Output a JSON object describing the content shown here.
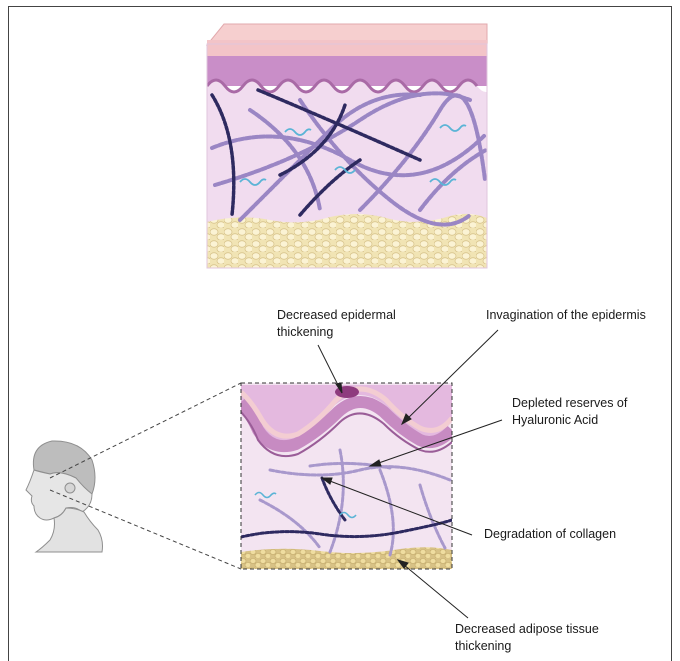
{
  "labels": {
    "decreased_epidermal": "Decreased epidermal\nthickening",
    "invagination": "Invagination of the epidermis",
    "depleted_ha": "Depleted reserves of\nHyaluronic Acid",
    "degradation_collagen": "Degradation of collagen",
    "decreased_adipose": "Decreased adipose tissue\nthickening"
  },
  "colors": {
    "stratum_corneum": "#f3c4c8",
    "epidermis": "#c98ec8",
    "dermis": "#f1dcef",
    "adipose": "#f1e4b4",
    "collagen_light": "#9a86c4",
    "collagen_dark": "#2e2a60",
    "hyaluronic_acid": "#5bb4d6"
  }
}
